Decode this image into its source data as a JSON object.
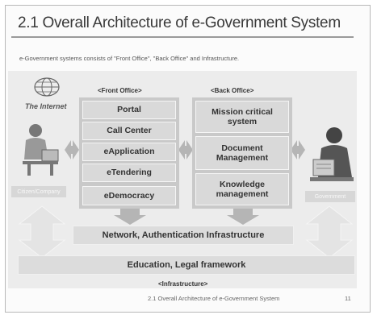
{
  "slide": {
    "title": "2.1 Overall Architecture of e-Government System",
    "subtitle": "e-Government systems consists of  \"Front Office\", \"Back Office\" and Infrastructure.",
    "footer": "2.1 Overall Architecture of e-Government System",
    "page_number": "11"
  },
  "left_actor": {
    "globe_caption": "The Internet",
    "label": "Citizen/Company"
  },
  "right_actor": {
    "label": "Government"
  },
  "front_office": {
    "title": "<Front Office>",
    "items": [
      "Portal",
      "Call Center",
      "eApplication",
      "eTendering",
      "eDemocracy"
    ]
  },
  "back_office": {
    "title": "<Back Office>",
    "items": [
      "Mission critical system",
      "Document Management",
      "Knowledge management"
    ]
  },
  "network_bar": "Network, Authentication Infrastructure",
  "education_bar": "Education, Legal framework",
  "infrastructure_label": "<Infrastructure>",
  "colors": {
    "box": "#d9d9d9",
    "panel": "#c9c9c9",
    "arrow": "#b5b5b5",
    "text": "#333333"
  }
}
